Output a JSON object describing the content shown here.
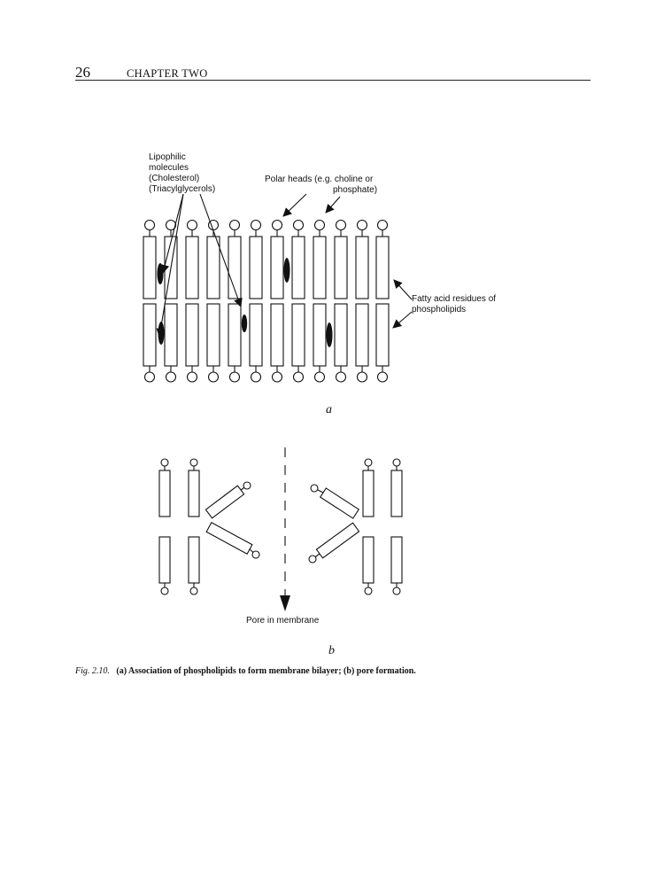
{
  "header": {
    "page_number": "26",
    "chapter": "CHAPTER TWO"
  },
  "figure": {
    "panel_a": {
      "lipophilic_label": [
        "Lipophilic",
        "molecules",
        "(Cholesterol)",
        "(Triacylglycerols)"
      ],
      "polar_heads_label": [
        "Polar heads (e.g. choline or",
        "phosphate)"
      ],
      "fatty_acid_label": [
        "Fatty acid residues of",
        "phospholipids"
      ],
      "panel_letter": "a"
    },
    "panel_b": {
      "pore_label": "Pore in membrane",
      "panel_letter": "b"
    }
  },
  "caption": {
    "label": "Fig. 2.10.",
    "text": "(a) Association of phospholipids to form membrane bilayer; (b) pore formation."
  }
}
